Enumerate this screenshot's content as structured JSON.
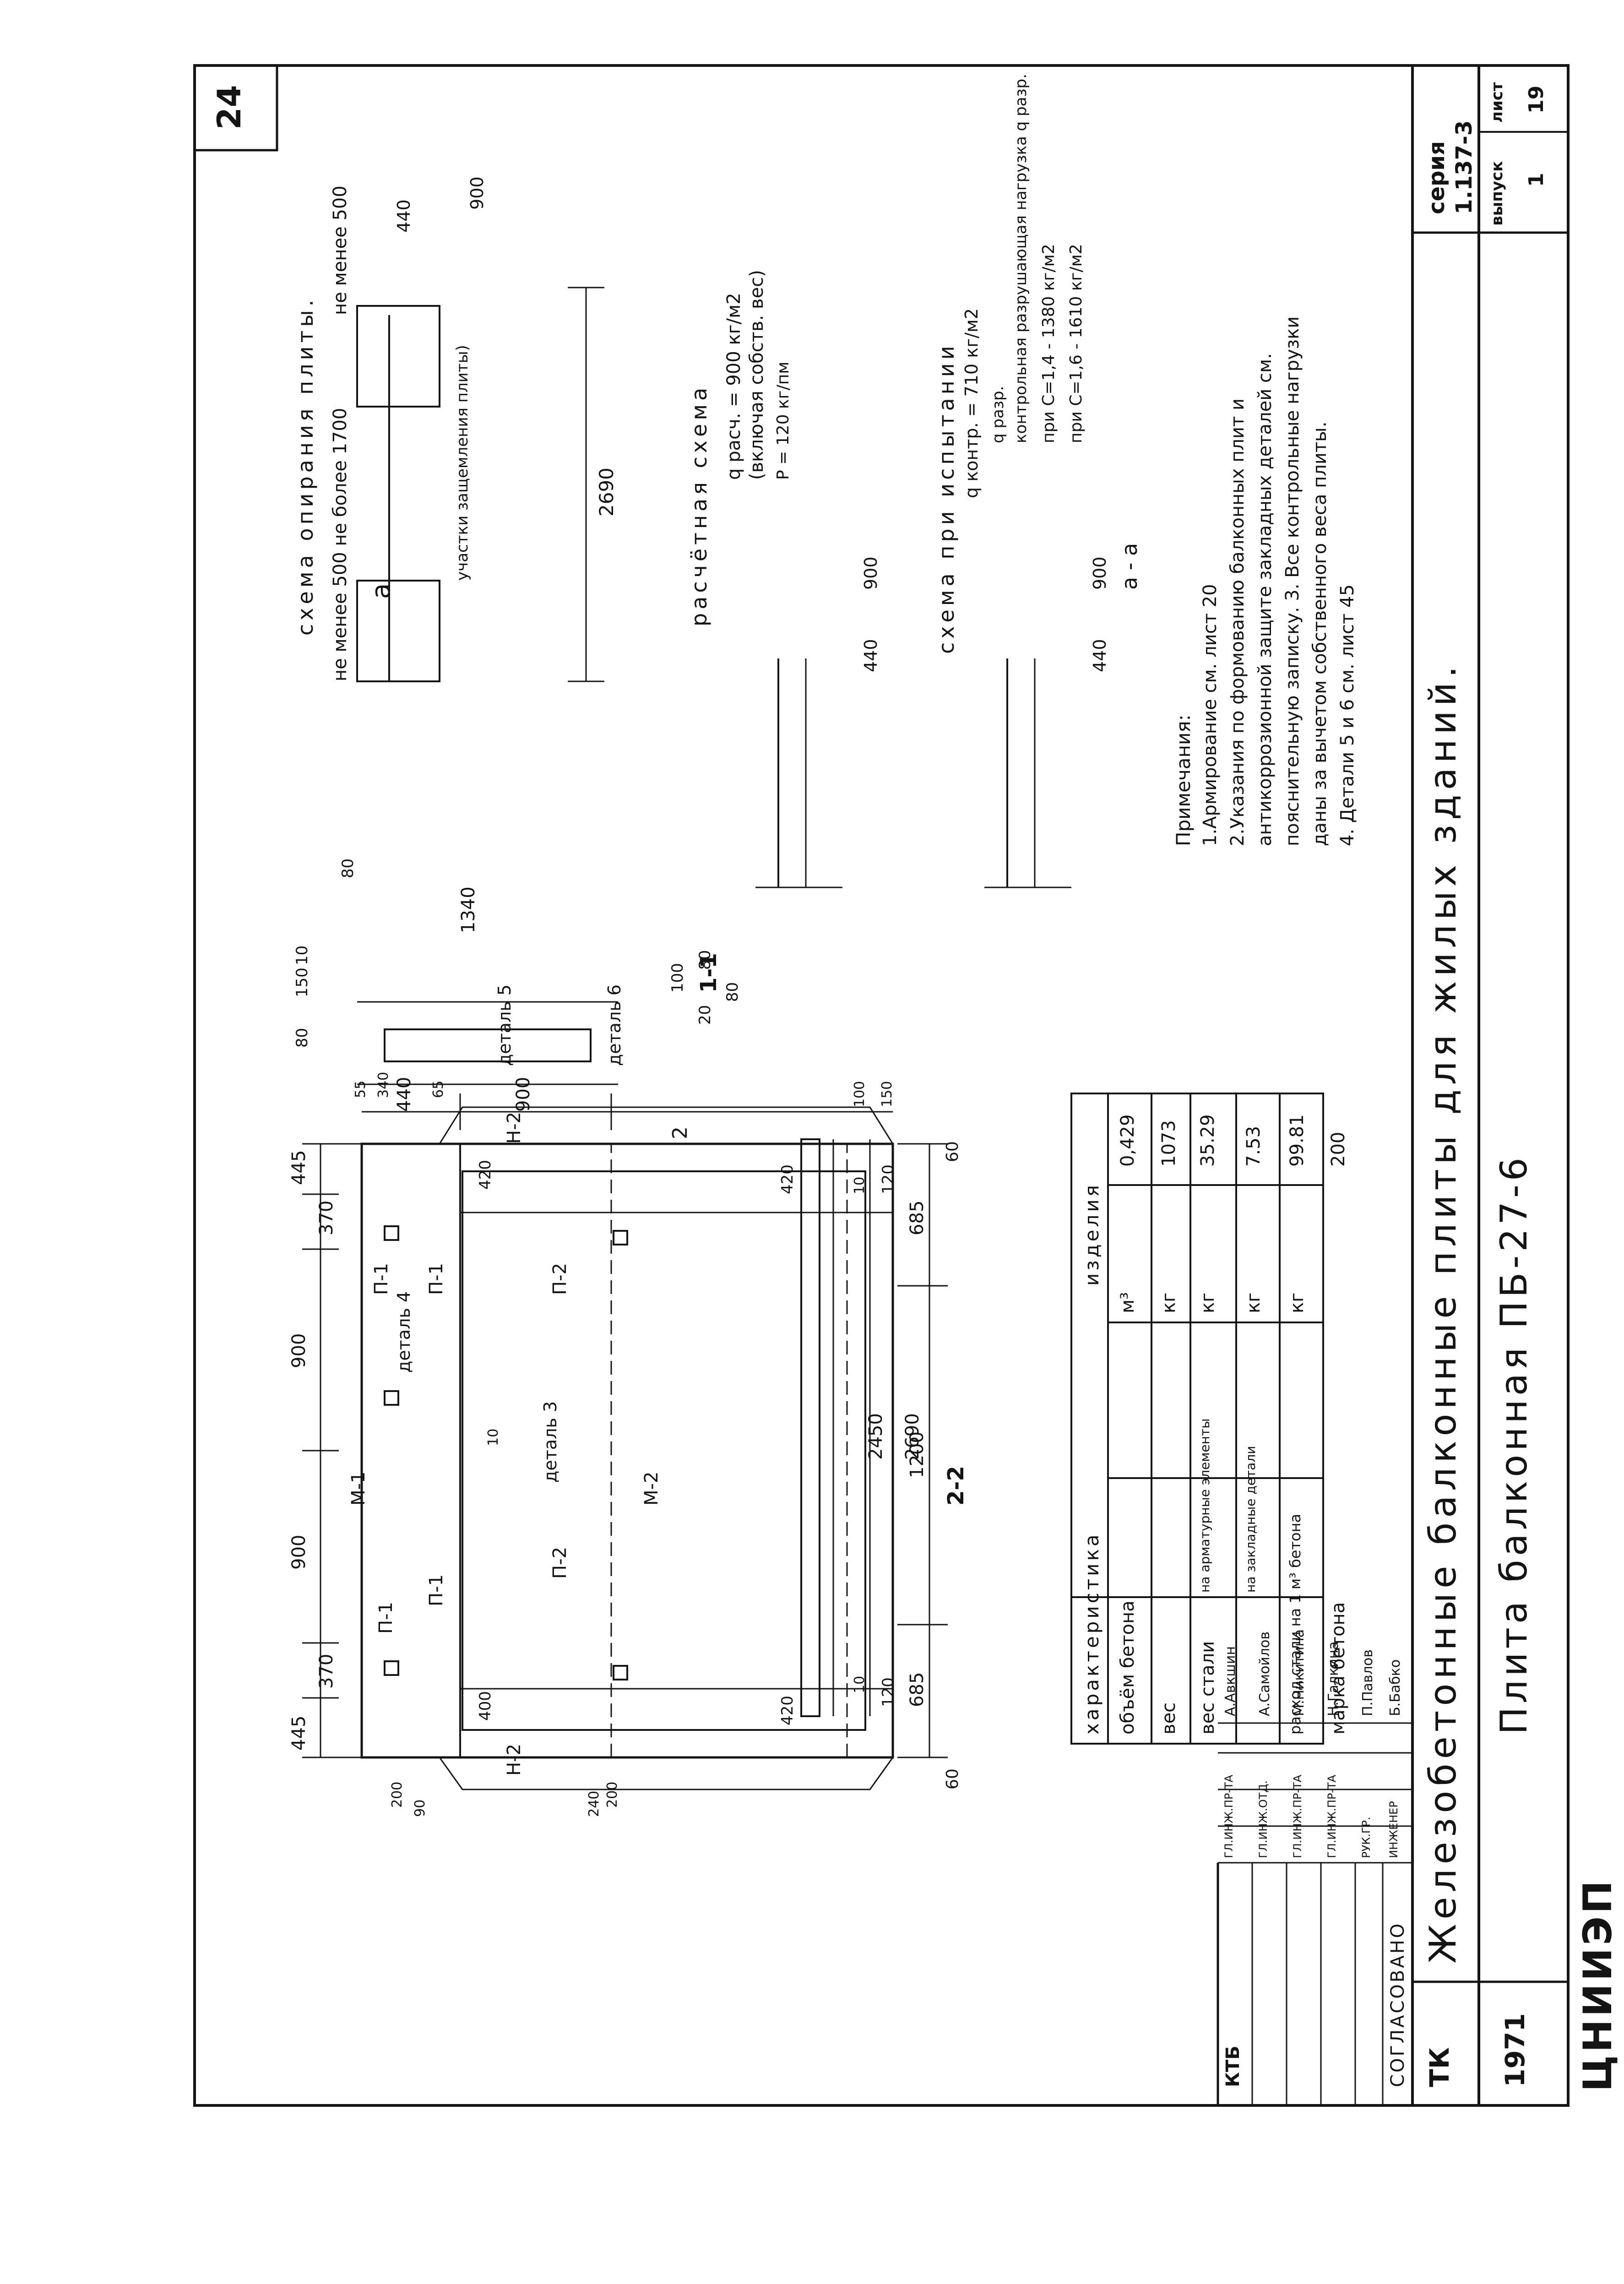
{
  "sheet_number": "24",
  "series_block": {
    "series_label": "серия",
    "series_value": "1.137-3",
    "issue_label": "выпуск",
    "issue_value": "1",
    "sheet_label": "лист",
    "sheet_value": "19"
  },
  "title_block": {
    "tk": "ТК",
    "year": "1971",
    "title_main": "Железобетонные балконные плиты для жилых зданий.",
    "title_item": "Плита балконная ПБ-27-6",
    "org": "ЦНИИЭП",
    "dept_label": "КТБ",
    "roles": [
      "ГЛ.ИНЖ.ПР-ТА",
      "ГЛ.ИНЖ.ОТД.",
      "ГЛ.ИНЖ.ПР-ТА",
      "ГЛ.ИНЖ.ПР-ТА",
      "РУК.ГР.",
      "ИНЖЕНЕР"
    ],
    "names": [
      "А.Авкшин",
      "А.Самойлов",
      "М.Никитина",
      "Н.Галкина",
      "П.Павлов",
      "Б.Бабко"
    ],
    "approve": "СОГЛАСОВАНО"
  },
  "drawing": {
    "dims_top": [
      "445",
      "370",
      "900",
      "900",
      "370",
      "445"
    ],
    "dims_bottom": [
      "685",
      "1200",
      "685",
      "60",
      "60"
    ],
    "dims_right": [
      "440",
      "900",
      "55",
      "340",
      "65",
      "240",
      "200",
      "90",
      "200"
    ],
    "labels": [
      "П-1",
      "П-1",
      "П-1",
      "П-1",
      "П-2",
      "П-2",
      "М-1",
      "М-2",
      "Н-2",
      "Н-2"
    ],
    "details": [
      "деталь 3",
      "деталь 4",
      "деталь 5",
      "деталь 6"
    ],
    "small_dims": [
      "420",
      "400",
      "10"
    ],
    "section_label": "2",
    "mark_a": "а"
  },
  "section_11": {
    "title": "1-1",
    "dims": [
      "1340",
      "80",
      "80",
      "150",
      "10",
      "20",
      "80",
      "80",
      "100"
    ]
  },
  "section_22": {
    "title": "2-2",
    "dims": [
      "2690",
      "2450",
      "120",
      "120",
      "420",
      "420",
      "10",
      "10",
      "150",
      "100"
    ]
  },
  "support_scheme": {
    "title": "схема опирания плиты.",
    "left_note": "не менее 500 не более 1700",
    "right_note": "не менее 500",
    "mark": "а",
    "clamp_note": "участки защемления плиты)",
    "length": "2690",
    "dims": [
      "440",
      "900"
    ]
  },
  "calc_scheme": {
    "title": "расчётная схема",
    "load": "q расч. = 900 кг/м2",
    "note": "(включая собств. вес)",
    "p": "P = 120 кг/пм",
    "dims": [
      "440",
      "900"
    ]
  },
  "test_scheme": {
    "title": "схема при испытании",
    "q_control": "q контр. = 710 кг/м2",
    "q_break_title": "q разр.",
    "q_break_text": "контрольная разрушающая нагрузка q разр.",
    "c14": "при С=1,4 - 1380 кг/м2",
    "c16": "при С=1,6 - 1610 кг/м2",
    "dims": [
      "440",
      "900"
    ],
    "section": "а - а"
  },
  "notes": {
    "heading": "Примечания:",
    "items": [
      "1.Армирование см. лист 20",
      "2.Указания по формованию балконных плит и",
      "антикоррозионной защите закладных деталей см.",
      "пояснительную записку. 3. Все контрольные нагрузки",
      "даны за вычетом собственного веса плиты.",
      "4. Детали 5 и 6 см. лист 45"
    ]
  },
  "table": {
    "headers": [
      "характеристика",
      "изделия"
    ],
    "rows": [
      [
        "объём бетона",
        "м³",
        "0,429"
      ],
      [
        "вес",
        "кг",
        "1073"
      ],
      [
        "на арматурные элементы",
        "кг",
        "35.29"
      ],
      [
        "на закладные детали",
        "кг",
        "7.53"
      ],
      [
        "расход стали на 1 м³ бетона",
        "кг",
        "99.81"
      ],
      [
        "марка бетона",
        "",
        "200"
      ]
    ],
    "merged_label": "вес стали"
  }
}
